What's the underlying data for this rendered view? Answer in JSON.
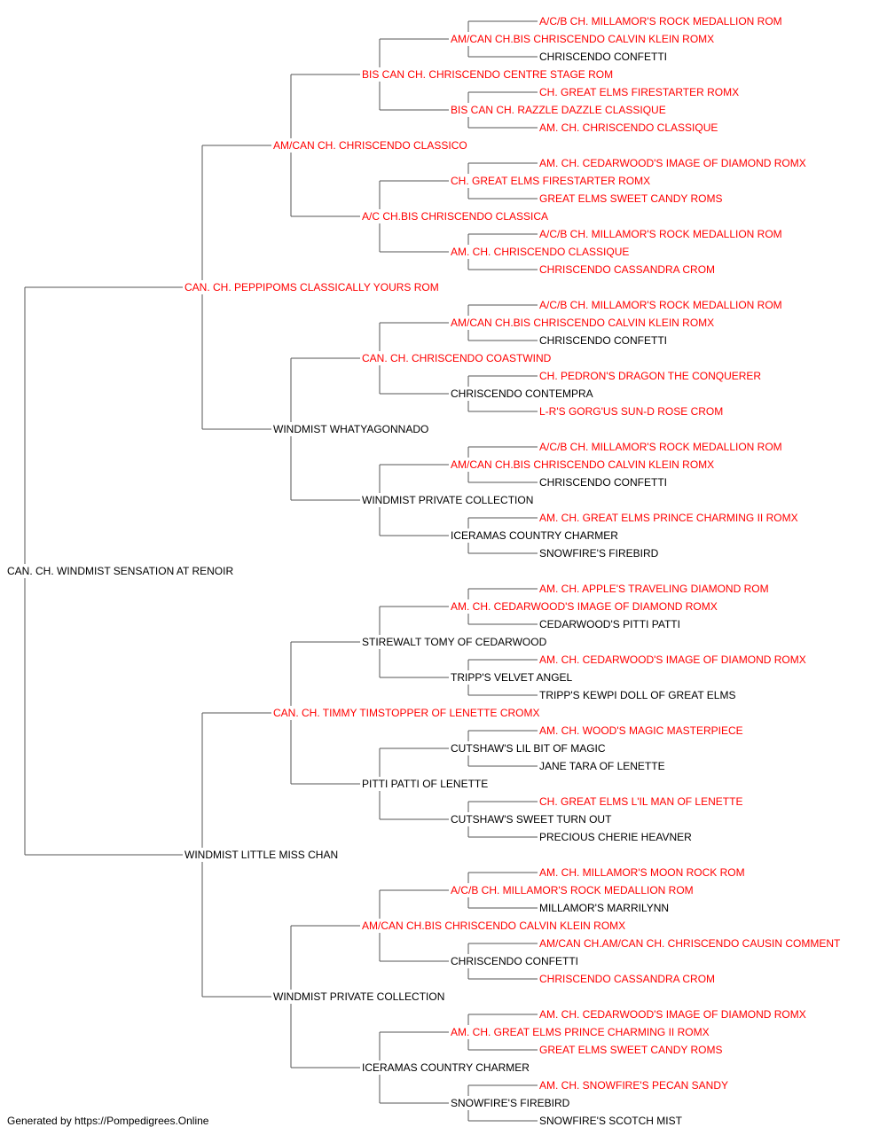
{
  "colors": {
    "champion": "#ff0000",
    "plain": "#000000",
    "line": "#555555"
  },
  "pedigree": {
    "name": "CAN. CH. WINDMIST SENSATION AT RENOIR",
    "champion": false,
    "sire": {
      "name": "CAN. CH. PEPPIPOMS CLASSICALLY YOURS ROM",
      "champion": true,
      "sire": {
        "name": "AM/CAN CH. CHRISCENDO CLASSICO",
        "champion": true,
        "sire": {
          "name": "BIS CAN CH. CHRISCENDO CENTRE STAGE ROM",
          "champion": true,
          "sire": {
            "name": "AM/CAN CH.BIS CHRISCENDO CALVIN KLEIN ROMX",
            "champion": true,
            "sire": {
              "name": "A/C/B CH. MILLAMOR'S ROCK MEDALLION ROM",
              "champion": true
            },
            "dam": {
              "name": "CHRISCENDO CONFETTI",
              "champion": false
            }
          },
          "dam": {
            "name": "BIS CAN CH. RAZZLE DAZZLE CLASSIQUE",
            "champion": true,
            "sire": {
              "name": "CH. GREAT ELMS FIRESTARTER ROMX",
              "champion": true
            },
            "dam": {
              "name": "AM. CH. CHRISCENDO CLASSIQUE",
              "champion": true
            }
          }
        },
        "dam": {
          "name": "A/C CH.BIS CHRISCENDO CLASSICA",
          "champion": true,
          "sire": {
            "name": "CH. GREAT ELMS FIRESTARTER ROMX",
            "champion": true,
            "sire": {
              "name": "AM. CH. CEDARWOOD'S IMAGE OF DIAMOND ROMX",
              "champion": true
            },
            "dam": {
              "name": "GREAT ELMS SWEET CANDY ROMS",
              "champion": true
            }
          },
          "dam": {
            "name": "AM. CH. CHRISCENDO CLASSIQUE",
            "champion": true,
            "sire": {
              "name": "A/C/B CH. MILLAMOR'S ROCK MEDALLION ROM",
              "champion": true
            },
            "dam": {
              "name": "CHRISCENDO CASSANDRA CROM",
              "champion": true
            }
          }
        }
      },
      "dam": {
        "name": "WINDMIST WHATYAGONNADO",
        "champion": false,
        "sire": {
          "name": "CAN. CH. CHRISCENDO COASTWIND",
          "champion": true,
          "sire": {
            "name": "AM/CAN CH.BIS CHRISCENDO CALVIN KLEIN ROMX",
            "champion": true,
            "sire": {
              "name": "A/C/B CH. MILLAMOR'S ROCK MEDALLION ROM",
              "champion": true
            },
            "dam": {
              "name": "CHRISCENDO CONFETTI",
              "champion": false
            }
          },
          "dam": {
            "name": "CHRISCENDO CONTEMPRA",
            "champion": false,
            "sire": {
              "name": "CH. PEDRON'S DRAGON THE CONQUERER",
              "champion": true
            },
            "dam": {
              "name": "L-R'S GORG'US SUN-D ROSE CROM",
              "champion": true
            }
          }
        },
        "dam": {
          "name": "WINDMIST PRIVATE COLLECTION",
          "champion": false,
          "sire": {
            "name": "AM/CAN CH.BIS CHRISCENDO CALVIN KLEIN ROMX",
            "champion": true,
            "sire": {
              "name": "A/C/B CH. MILLAMOR'S ROCK MEDALLION ROM",
              "champion": true
            },
            "dam": {
              "name": "CHRISCENDO CONFETTI",
              "champion": false
            }
          },
          "dam": {
            "name": "ICERAMAS COUNTRY CHARMER",
            "champion": false,
            "sire": {
              "name": "AM. CH. GREAT ELMS PRINCE CHARMING II ROMX",
              "champion": true
            },
            "dam": {
              "name": "SNOWFIRE'S FIREBIRD",
              "champion": false
            }
          }
        }
      }
    },
    "dam": {
      "name": "WINDMIST LITTLE MISS CHAN",
      "champion": false,
      "sire": {
        "name": "CAN. CH. TIMMY TIMSTOPPER OF LENETTE CROMX",
        "champion": true,
        "sire": {
          "name": "STIREWALT TOMY OF CEDARWOOD",
          "champion": false,
          "sire": {
            "name": "AM. CH. CEDARWOOD'S IMAGE OF DIAMOND ROMX",
            "champion": true,
            "sire": {
              "name": "AM. CH. APPLE'S TRAVELING DIAMOND ROM",
              "champion": true
            },
            "dam": {
              "name": "CEDARWOOD'S PITTI PATTI",
              "champion": false
            }
          },
          "dam": {
            "name": "TRIPP'S VELVET ANGEL",
            "champion": false,
            "sire": {
              "name": "AM. CH. CEDARWOOD'S IMAGE OF DIAMOND ROMX",
              "champion": true
            },
            "dam": {
              "name": "TRIPP'S KEWPI DOLL OF GREAT ELMS",
              "champion": false
            }
          }
        },
        "dam": {
          "name": "PITTI PATTI OF LENETTE",
          "champion": false,
          "sire": {
            "name": "CUTSHAW'S LIL BIT OF MAGIC",
            "champion": false,
            "sire": {
              "name": "AM. CH. WOOD'S MAGIC MASTERPIECE",
              "champion": true
            },
            "dam": {
              "name": "JANE TARA OF LENETTE",
              "champion": false
            }
          },
          "dam": {
            "name": "CUTSHAW'S SWEET TURN OUT",
            "champion": false,
            "sire": {
              "name": "CH. GREAT ELMS L'IL MAN OF LENETTE",
              "champion": true
            },
            "dam": {
              "name": "PRECIOUS CHERIE HEAVNER",
              "champion": false
            }
          }
        }
      },
      "dam": {
        "name": "WINDMIST PRIVATE COLLECTION",
        "champion": false,
        "sire": {
          "name": "AM/CAN CH.BIS CHRISCENDO CALVIN KLEIN ROMX",
          "champion": true,
          "sire": {
            "name": "A/C/B CH. MILLAMOR'S ROCK MEDALLION ROM",
            "champion": true,
            "sire": {
              "name": "AM. CH. MILLAMOR'S MOON ROCK ROM",
              "champion": true
            },
            "dam": {
              "name": "MILLAMOR'S MARRILYNN",
              "champion": false
            }
          },
          "dam": {
            "name": "CHRISCENDO CONFETTI",
            "champion": false,
            "sire": {
              "name": "AM/CAN CH.AM/CAN CH. CHRISCENDO CAUSIN COMMENT",
              "champion": true
            },
            "dam": {
              "name": "CHRISCENDO CASSANDRA CROM",
              "champion": true
            }
          }
        },
        "dam": {
          "name": "ICERAMAS COUNTRY CHARMER",
          "champion": false,
          "sire": {
            "name": "AM. CH. GREAT ELMS PRINCE CHARMING II ROMX",
            "champion": true,
            "sire": {
              "name": "AM. CH. CEDARWOOD'S IMAGE OF DIAMOND ROMX",
              "champion": true
            },
            "dam": {
              "name": "GREAT ELMS SWEET CANDY ROMS",
              "champion": true
            }
          },
          "dam": {
            "name": "SNOWFIRE'S FIREBIRD",
            "champion": false,
            "sire": {
              "name": "AM. CH. SNOWFIRE'S PECAN SANDY",
              "champion": true
            },
            "dam": {
              "name": "SNOWFIRE'S SCOTCH MIST",
              "champion": false
            }
          }
        }
      }
    }
  },
  "footer": "Generated by https://Pompedigrees.Online"
}
